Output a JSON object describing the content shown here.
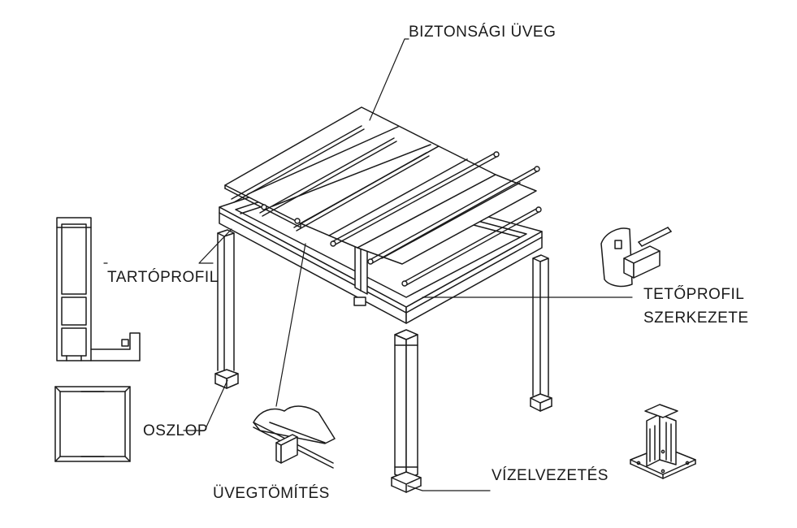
{
  "labels": {
    "glass": "BIZTONSÁGI ÜVEG",
    "beam": "TARTÓPROFIL",
    "roof_structure_line1": "TETŐPROFIL",
    "roof_structure_line2": "SZERKEZETE",
    "post": "OSZLOP",
    "drainage": "VÍZELVEZETÉS",
    "glass_seal": "ÜVEGTÖMÍTÉS"
  },
  "colors": {
    "line": "#1a1a1a",
    "fill": "#ffffff",
    "shade": "#d8d8d8"
  }
}
